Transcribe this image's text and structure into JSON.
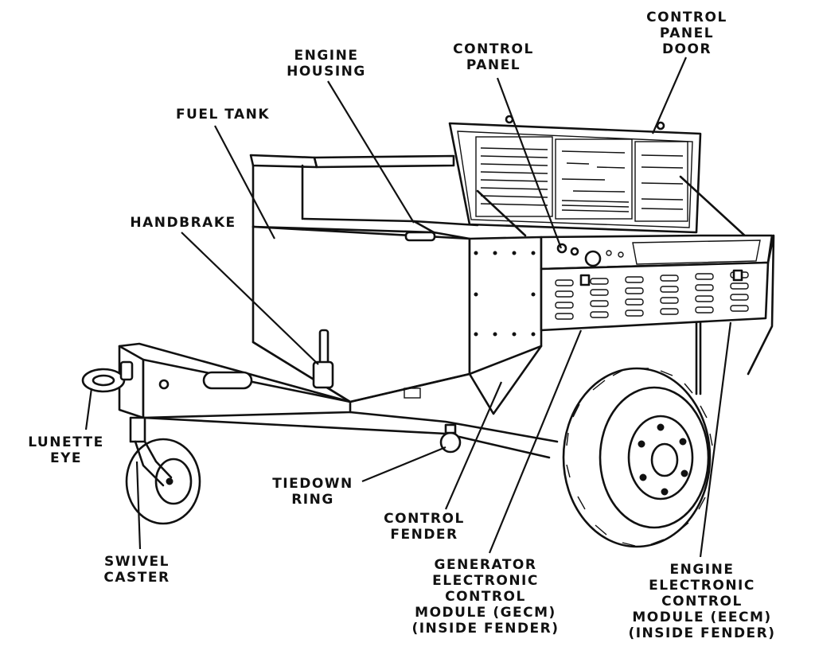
{
  "figure": {
    "labels": {
      "control_panel_door": [
        "CONTROL",
        "PANEL",
        "DOOR"
      ],
      "control_panel": [
        "CONTROL",
        "PANEL"
      ],
      "engine_housing": [
        "ENGINE",
        "HOUSING"
      ],
      "fuel_tank": [
        "FUEL TANK"
      ],
      "handbrake": [
        "HANDBRAKE"
      ],
      "lunette_eye": [
        "LUNETTE",
        "EYE"
      ],
      "swivel_caster": [
        "SWIVEL",
        "CASTER"
      ],
      "tiedown_ring": [
        "TIEDOWN",
        "RING"
      ],
      "control_fender": [
        "CONTROL",
        "FENDER"
      ],
      "gecm": [
        "GENERATOR",
        "ELECTRONIC",
        "CONTROL",
        "MODULE (GECM)",
        "(INSIDE FENDER)"
      ],
      "eecm": [
        "ENGINE",
        "ELECTRONIC",
        "CONTROL",
        "MODULE (EECM)",
        "(INSIDE FENDER)"
      ]
    }
  }
}
